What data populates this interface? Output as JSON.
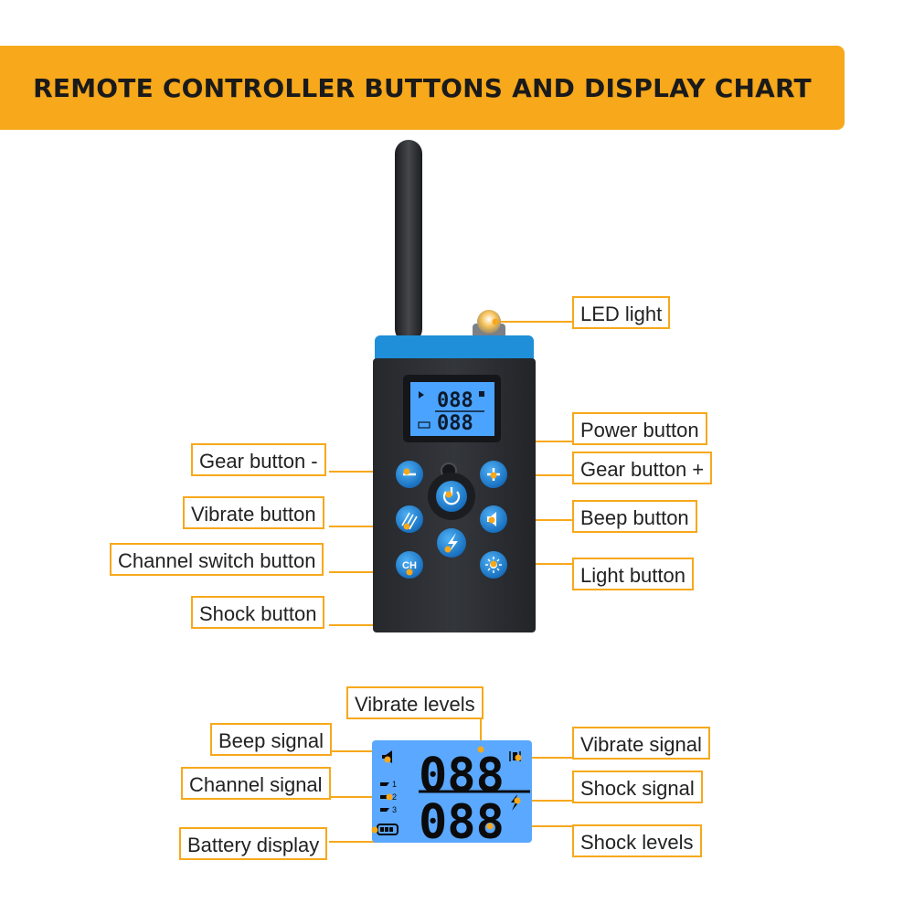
{
  "header": {
    "title": "REMOTE CONTROLLER BUTTONS AND DISPLAY CHART"
  },
  "colors": {
    "accent": "#f7a81b",
    "device_body": "#2b2d31",
    "device_trim": "#1e8fd8",
    "button": "#1a7fd0",
    "lcd": "#5aa8ff"
  },
  "remote": {
    "buttons": {
      "minus_icon": "−",
      "plus_icon": "+",
      "channel_text": "CH"
    },
    "lcd_digits": [
      "088",
      "088"
    ],
    "labels": {
      "led_light": "LED light",
      "power": "Power button",
      "gear_plus": "Gear button +",
      "beep": "Beep button",
      "light": "Light button",
      "gear_minus": "Gear button -",
      "vibrate": "Vibrate button",
      "channel_switch": "Channel switch button",
      "shock": "Shock button"
    }
  },
  "display": {
    "digits_top": "088",
    "digits_bottom": "088",
    "channels": [
      "1",
      "2",
      "3"
    ],
    "labels": {
      "vibrate_levels": "Vibrate levels",
      "beep_signal": "Beep signal",
      "channel_signal": "Channel signal",
      "battery_display": "Battery display",
      "vibrate_signal": "Vibrate signal",
      "shock_signal": "Shock signal",
      "shock_levels": "Shock levels"
    }
  }
}
